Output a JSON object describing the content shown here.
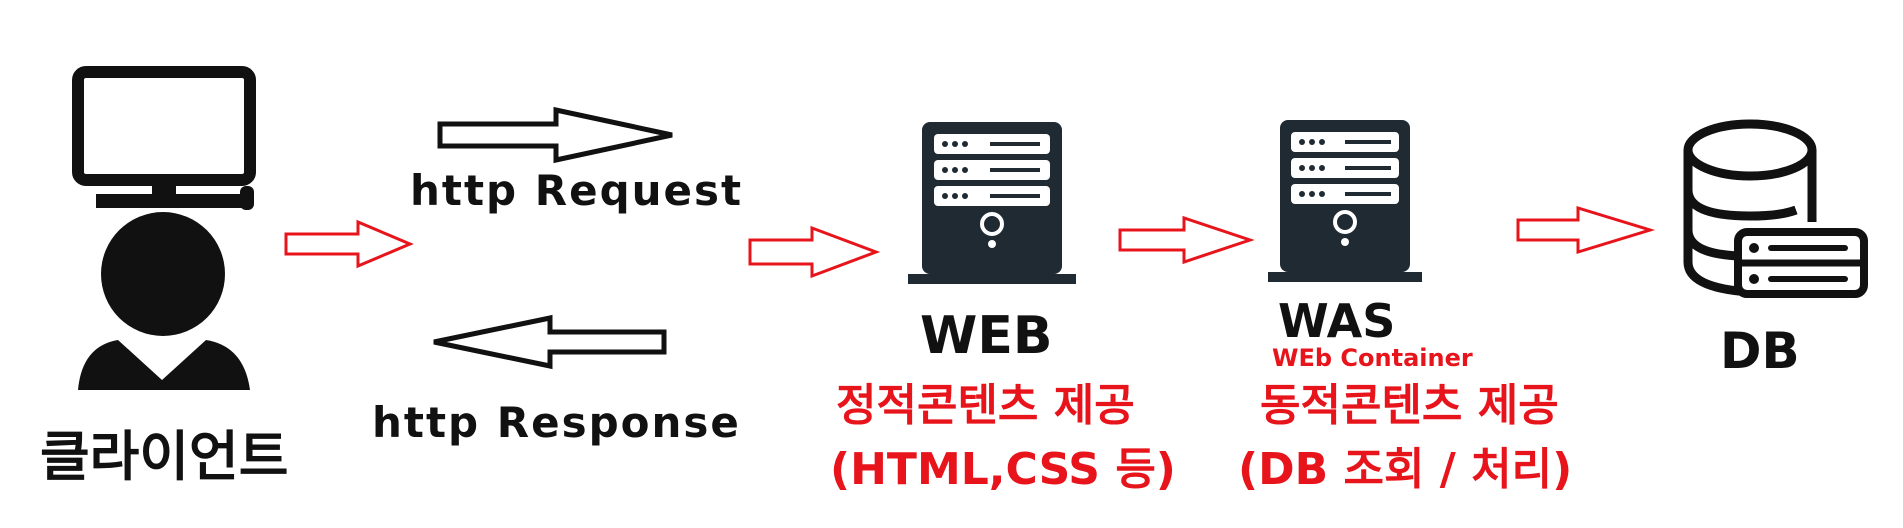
{
  "accent_color": "#e8141c",
  "icon_color": "#1f2a33",
  "client": {
    "label": "클라이언트",
    "icon": "user-computer-icon"
  },
  "arrows": {
    "request_label": "http Request",
    "response_label": "http Response"
  },
  "web": {
    "label": "WEB",
    "icon": "server-icon",
    "desc_line1": "정적콘텐츠 제공",
    "desc_line2": "(HTML,CSS 등)"
  },
  "was": {
    "label": "WAS",
    "icon": "server-icon",
    "container_label": "WEb Container",
    "desc_line1": "동적콘텐츠 제공",
    "desc_line2": "(DB 조회 / 처리)"
  },
  "db": {
    "label": "DB",
    "icon": "database-icon"
  }
}
